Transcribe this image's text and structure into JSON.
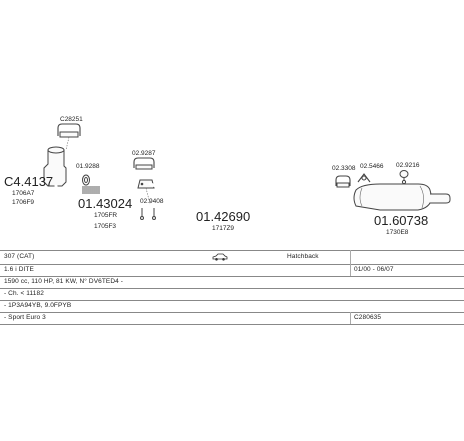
{
  "parts": {
    "front_pipe_cat": {
      "number": "C4.4137",
      "refs": [
        "1706A7",
        "1706F9"
      ]
    },
    "clamp_top": "C28251",
    "gasket_1": "01.9288",
    "flexi_pipe": {
      "number": "01.43024",
      "refs": [
        "1705FR",
        "1705F3"
      ]
    },
    "clamp_mid": "02.9287",
    "gasket_2": "02.9408",
    "centre_pipe": {
      "number": "01.42690",
      "ref": "1717Z9"
    },
    "clamp_rear": "02.3308",
    "clamp_rear_2": "02.5466",
    "rubber_mount": "02.9216",
    "rear_silencer": {
      "number": "01.60738",
      "ref": "1730E8"
    }
  },
  "info": {
    "model": "307 (CAT)",
    "body_type": "Hatchback",
    "engine": "1.6 i DITE",
    "date_range": "01/00 - 06/07",
    "spec": "1590 cc, 110 HP, 81 KW, N° DV6TED4 -",
    "chassis": "- Ch. < 11182",
    "codes": "- 1P3A94YB, 9.0FPYB",
    "variant": "- Sport Euro 3",
    "kit_code": "C280635"
  }
}
